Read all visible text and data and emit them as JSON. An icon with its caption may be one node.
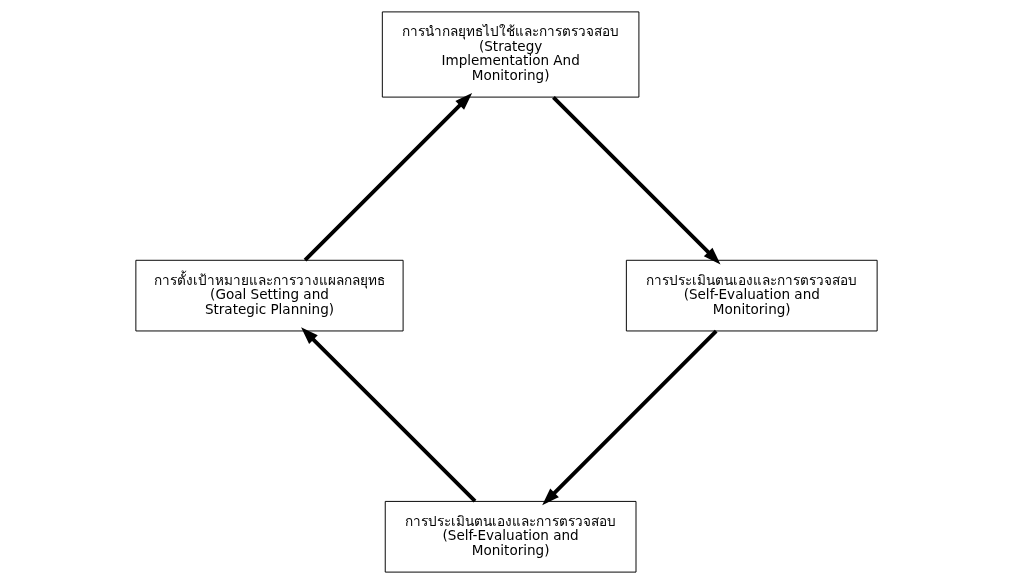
{
  "diagram": {
    "nodes": [
      {
        "text": [
          "การประเมินตนเองและการตรวจสอบ",
          "(Self-Evaluation and Monitoring)"
        ]
      },
      {
        "text": [
          "การตั้งเป้าหมายและการวางแผลกลยุทธ",
          "(Goal Setting and Strategic Planning)"
        ]
      },
      {
        "text": [
          "การนำกลยุทธไปใช้และการตรวจสอบ",
          "(Strategy Implementation And Monitoring)"
        ]
      },
      {
        "text": [
          "การประเมินตนเองและการตรวจสอบ",
          "(Self-Evaluation and Monitoring)"
        ]
      }
    ],
    "edges": [
      {
        "from": 0,
        "to": 1,
        "arrow": "to"
      },
      {
        "from": 1,
        "to": 2,
        "arrow": "to"
      },
      {
        "from": 2,
        "to": 3,
        "arrow": "to"
      },
      {
        "from": 3,
        "to": 0,
        "arrow": "to"
      }
    ]
  }
}
